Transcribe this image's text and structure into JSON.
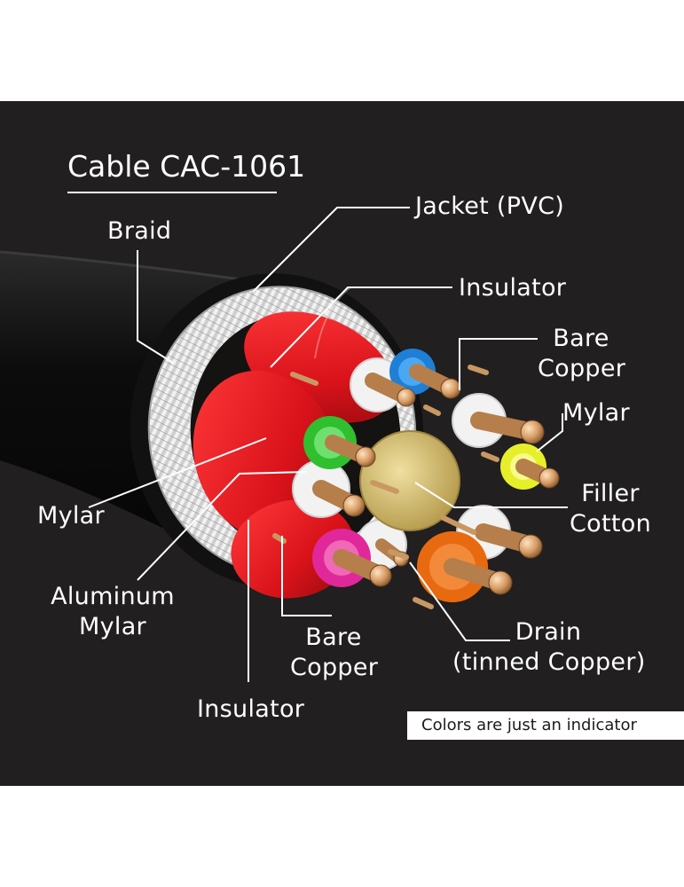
{
  "title": "Cable CAC-1061",
  "labels": {
    "jacket": "Jacket (PVC)",
    "braid": "Braid",
    "insulator_top": "Insulator",
    "bare_copper_top": [
      "Bare",
      "Copper"
    ],
    "mylar_right": "Mylar",
    "filler": [
      "Filler",
      "Cotton"
    ],
    "mylar_left": "Mylar",
    "aluminum_mylar": [
      "Aluminum",
      "Mylar"
    ],
    "bare_copper_bottom": [
      "Bare",
      "Copper"
    ],
    "drain": [
      "Drain",
      "(tinned Copper)"
    ],
    "insulator_bottom": "Insulator"
  },
  "note": "Colors are just an indicator",
  "colors": {
    "background": "#211f1f",
    "jacket": "#0e0e0e",
    "braid": "#d9d9d9",
    "mylar_red": "#e0141a",
    "foam_white": "#f2f2f2",
    "copper": "#d9a978",
    "filler": "#d8c478",
    "wire_blue": "#1f7fd6",
    "wire_green": "#2fbf2f",
    "wire_yellow": "#e6ef2a",
    "wire_pink": "#e0289a",
    "wire_orange": "#e86a10"
  }
}
